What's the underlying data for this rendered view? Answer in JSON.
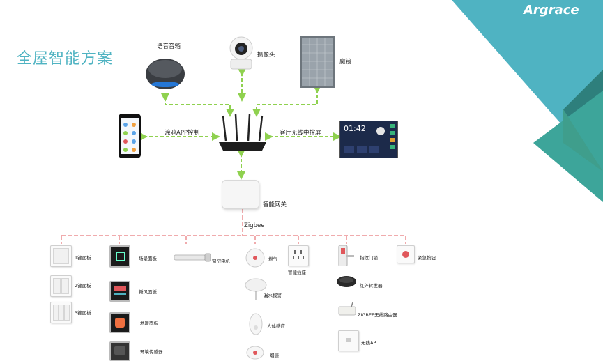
{
  "header": {
    "title": "全屋智能方案",
    "brand": "Argrace"
  },
  "nodes": {
    "speaker": "语音音箱",
    "camera": "摄像头",
    "mirror": "魔镜",
    "app": "涂鸦APP控制",
    "central_screen": "客厅无线中控屏",
    "gateway": "智能网关",
    "protocol": "Zigbee",
    "screen_time": "01:42"
  },
  "devices": {
    "key1": "1键面板",
    "key2": "2键面板",
    "key3": "3键面板",
    "scene": "场景面板",
    "fresh_air": "新风面板",
    "floor_heat": "地暖面板",
    "env_sensor": "环境传感器",
    "curtain": "窗帘电机",
    "gas": "燃气",
    "water": "漏水报警",
    "body": "人体感应",
    "smoke": "烟感",
    "socket": "智能插座",
    "lock": "指纹门锁",
    "ir": "红外转发器",
    "router": "ZIGBEE无线路由器",
    "ap": "无线AP",
    "sos": "紧急按钮"
  },
  "colors": {
    "accent": "#4fb3c2",
    "teal_dark": "#2e7f7c",
    "teal_mid": "#3da59a",
    "arrow_green": "#8fd14f",
    "bus_red": "#e0575b"
  }
}
